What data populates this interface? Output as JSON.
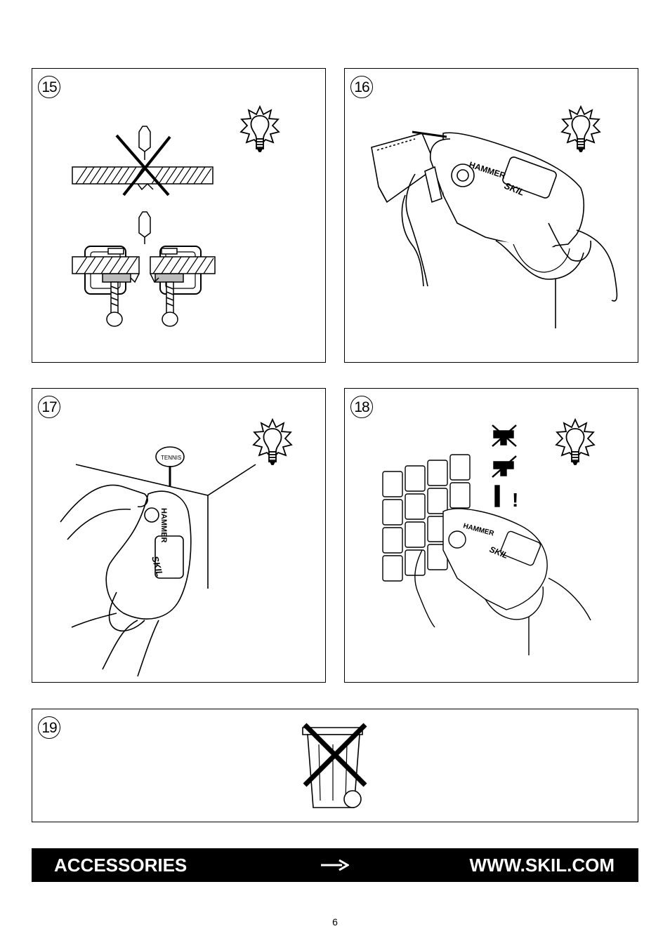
{
  "panels": [
    {
      "id": "15",
      "label": "15",
      "bulb_icon": "lightbulb-tip-icon"
    },
    {
      "id": "16",
      "label": "16",
      "bulb_icon": "lightbulb-tip-icon",
      "tool_text": {
        "hammer": "HAMMER",
        "brand": "SKIL"
      }
    },
    {
      "id": "17",
      "label": "17",
      "bulb_icon": "lightbulb-tip-icon",
      "tool_text": {
        "hammer": "HAMMER",
        "brand": "SKIL",
        "ball": "TENNIS"
      }
    },
    {
      "id": "18",
      "label": "18",
      "bulb_icon": "lightbulb-tip-icon",
      "tool_text": {
        "hammer": "HAMMER",
        "brand": "SKIL"
      },
      "warning_mark": "!"
    },
    {
      "id": "19",
      "label": "19",
      "symbol_icon": "crossed-out-wheelie-bin-icon"
    }
  ],
  "footer": {
    "accessories_label": "ACCESSORIES",
    "arrow_icon": "right-arrow-icon",
    "url": "WWW.SKIL.COM"
  },
  "page_number": "6"
}
